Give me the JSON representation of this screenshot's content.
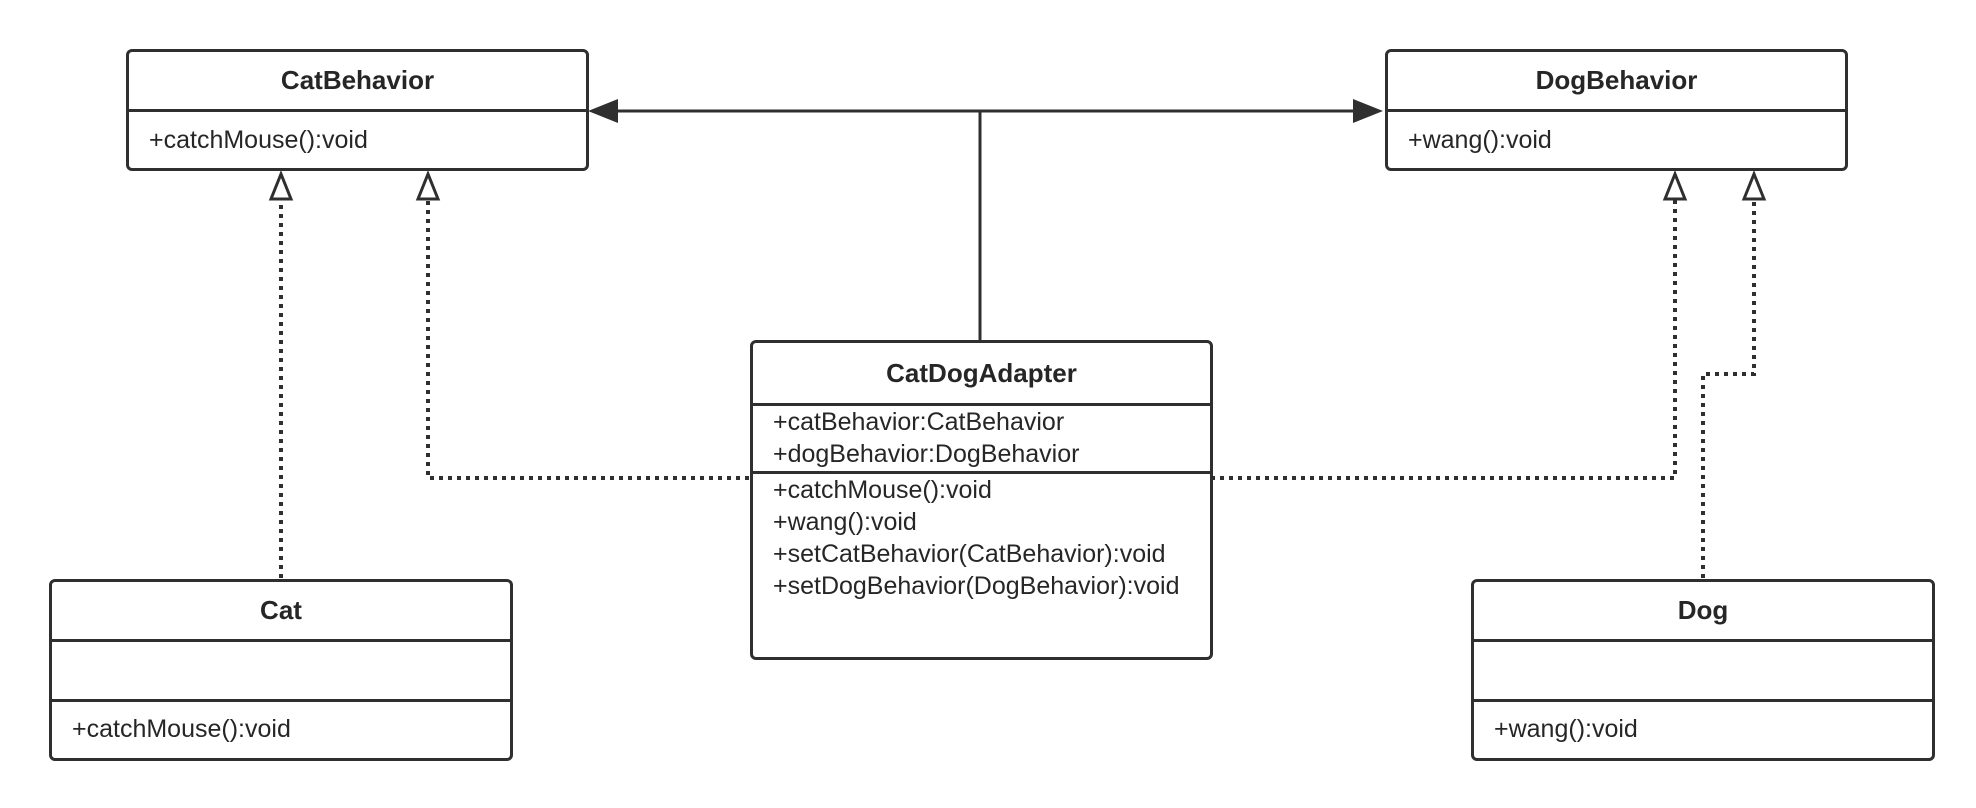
{
  "diagram": {
    "classes": {
      "cat_behavior": {
        "name": "CatBehavior",
        "operations": [
          "+catchMouse():void"
        ]
      },
      "dog_behavior": {
        "name": "DogBehavior",
        "operations": [
          "+wang():void"
        ]
      },
      "cat_dog_adapter": {
        "name": "CatDogAdapter",
        "attributes": [
          "+catBehavior:CatBehavior",
          "+dogBehavior:DogBehavior"
        ],
        "operations": [
          "+catchMouse():void",
          "+wang():void",
          "+setCatBehavior(CatBehavior):void",
          "+setDogBehavior(DogBehavior):void"
        ]
      },
      "cat": {
        "name": "Cat",
        "attributes": [],
        "operations": [
          "+catchMouse():void"
        ]
      },
      "dog": {
        "name": "Dog",
        "attributes": [],
        "operations": [
          "+wang():void"
        ]
      }
    },
    "relationships": [
      {
        "from": "CatDogAdapter",
        "to": "CatBehavior",
        "kind": "association"
      },
      {
        "from": "CatDogAdapter",
        "to": "DogBehavior",
        "kind": "association"
      },
      {
        "from": "CatDogAdapter",
        "to": "CatBehavior",
        "kind": "realization"
      },
      {
        "from": "CatDogAdapter",
        "to": "DogBehavior",
        "kind": "realization"
      },
      {
        "from": "Cat",
        "to": "CatBehavior",
        "kind": "realization"
      },
      {
        "from": "Dog",
        "to": "DogBehavior",
        "kind": "realization"
      }
    ],
    "colors": {
      "line": "#2f2f2f",
      "text": "#262626",
      "background": "#ffffff"
    }
  }
}
